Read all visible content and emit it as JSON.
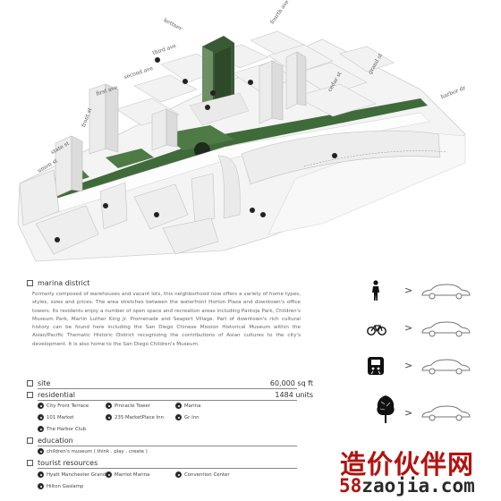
{
  "streets": [
    "fourth ave",
    "third ave",
    "second ave",
    "first ave",
    "front st",
    "state st",
    "union st",
    "kettner",
    "grand st",
    "cedar st",
    "harbor dr"
  ],
  "district": {
    "title": "marina district",
    "description": "Formerly composed of warehouses and vacant lots, this neighborhood now offers a variety of home types, styles, sizes and prices. The area stretches between the waterfront Horton Plaza and downtown's office towers. Its residents enjoy a number of open space and recreation areas including Pantoja Park, Children's Museum Park, Martin Luther King Jr. Promenade and Seaport Village. Part of downtown's rich cultural history can be found here including the San Diego Chinese Mission Historical Museum within the Asian/Pacific Thematic Historic District recognizing the contributions of Asian cultures to the city's development. It is also home to the San Diego Children's Museum."
  },
  "site": {
    "label": "site",
    "value": "60,000 sq ft"
  },
  "residential": {
    "label": "residential",
    "units": "1484 units",
    "items": [
      "City Front Terrace",
      "Pinnacle Tower",
      "Marina",
      "101 Market",
      "235 MarketPlace Inn",
      "Gr Inn",
      "The Harbor Club"
    ]
  },
  "education": {
    "label": "education",
    "items": [
      "children's museum ( think . play . create )"
    ]
  },
  "tourist": {
    "label": "tourist resources",
    "items": [
      "Hyatt Manchester Grand",
      "Marriot Marina",
      "Convention Center",
      "Hilton Gaslamp"
    ]
  },
  "modes": [
    {
      "icon": "pedestrian-icon",
      "symbol": ">"
    },
    {
      "icon": "bicycle-icon",
      "symbol": ">"
    },
    {
      "icon": "train-icon",
      "symbol": ">"
    },
    {
      "icon": "tree-icon",
      "symbol": ">"
    }
  ],
  "watermark": {
    "cn": "造价伙伴网",
    "en_prefix": "58",
    "en_suffix": "zaojia.com"
  },
  "colors": {
    "accent_green": "#3f6b3a",
    "building": "#f1f1f1",
    "watermark_red": "#b3120f"
  }
}
